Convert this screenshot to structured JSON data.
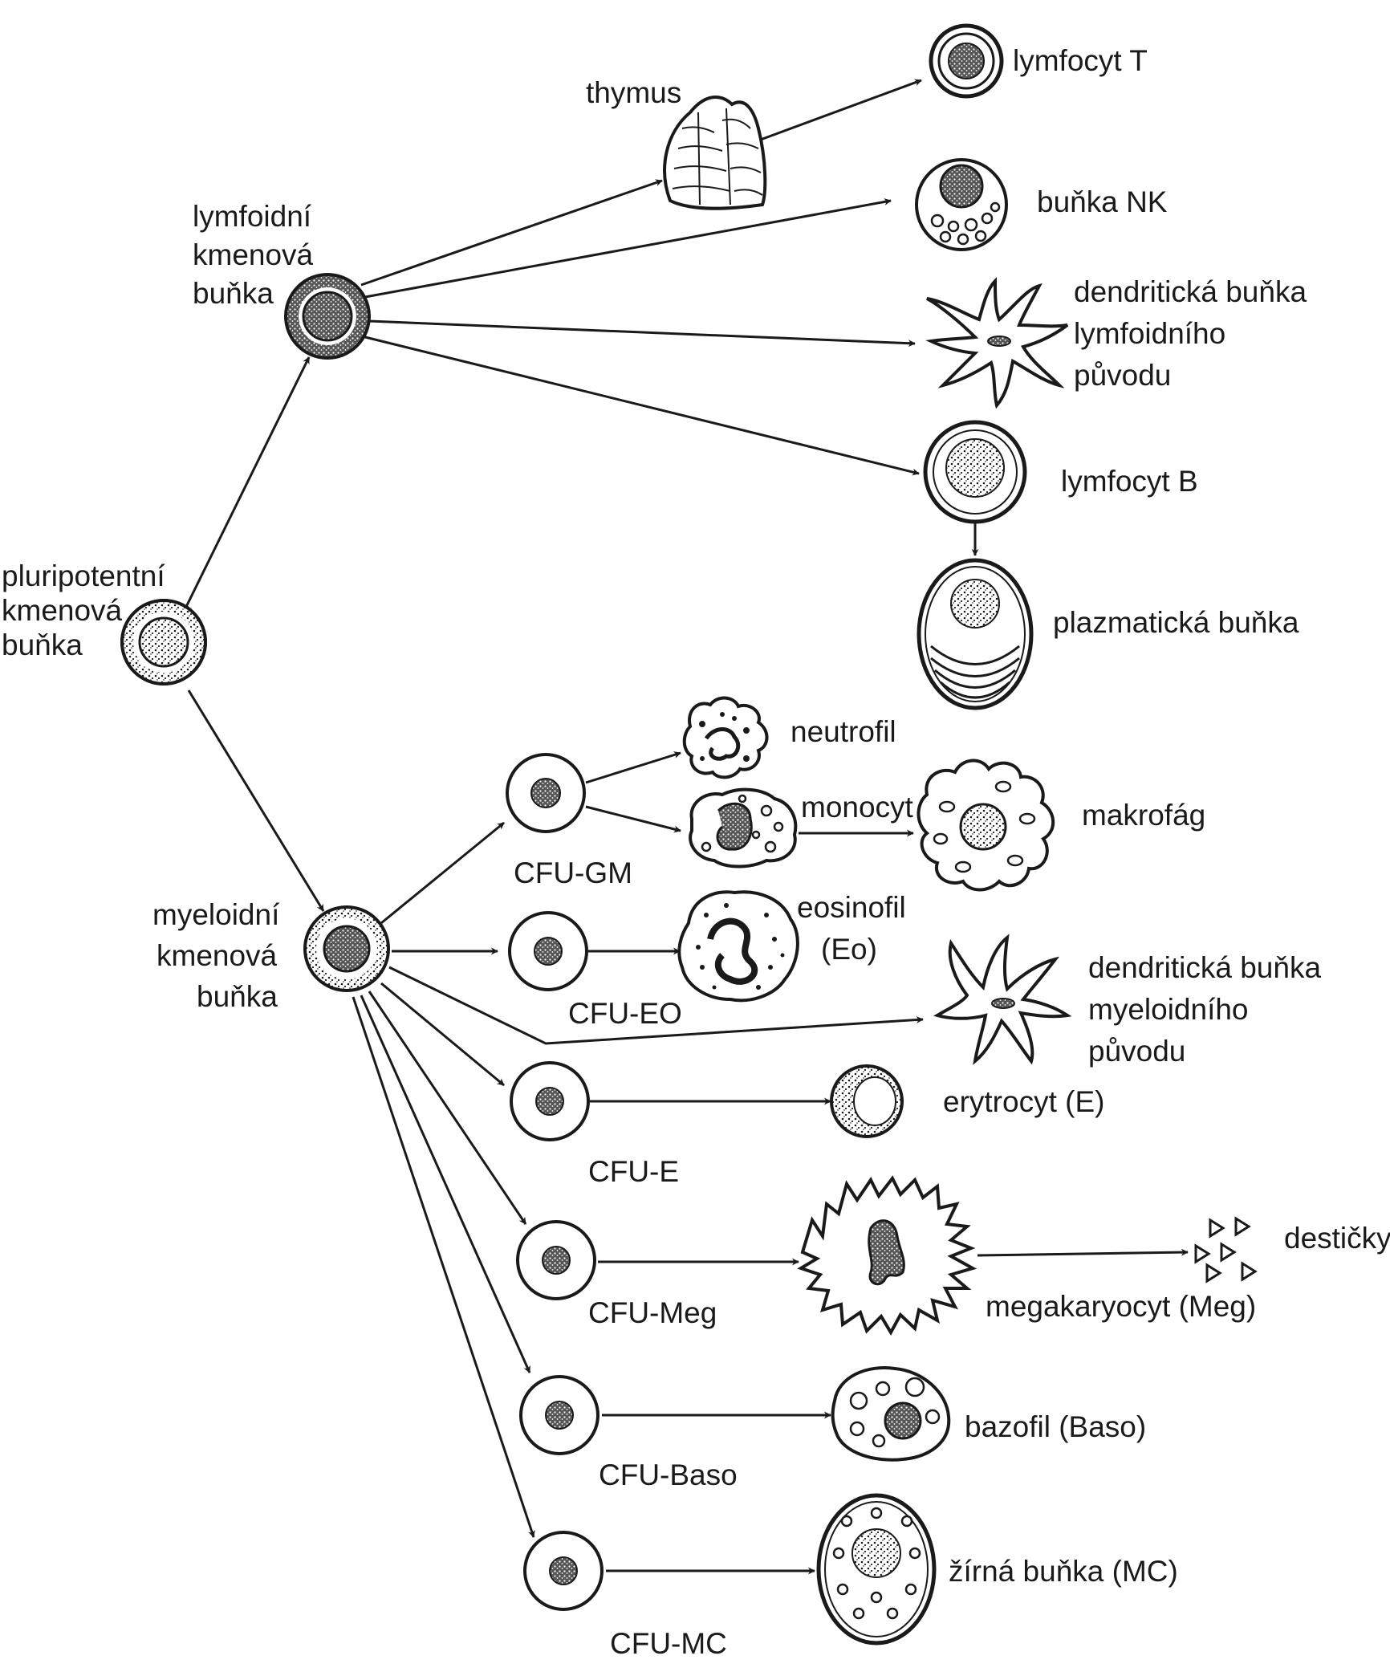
{
  "labels": {
    "pluripotent": [
      "pluripotentní",
      "kmenová",
      "buňka"
    ],
    "lymphoid_stem": [
      "lymfoidní",
      "kmenová",
      "buňka"
    ],
    "myeloid_stem": [
      "myeloidní",
      "kmenová",
      "buňka"
    ],
    "thymus": "thymus",
    "t_cell": "lymfocyt T",
    "nk_cell": "buňka NK",
    "dendritic_lymphoid": [
      "dendritická buňka",
      "lymfoidního",
      "původu"
    ],
    "b_cell": "lymfocyt B",
    "plasma_cell": "plazmatická buňka",
    "neutrophil": "neutrofil",
    "monocyte": "monocyt",
    "macrophage": "makrofág",
    "eosinophil": [
      "eosinofil",
      "(Eo)"
    ],
    "dendritic_myeloid": [
      "dendritická buňka",
      "myeloidního",
      "původu"
    ],
    "erythrocyte": "erytrocyt (E)",
    "platelets": "destičky",
    "megakaryocyte": "megakaryocyt (Meg)",
    "basophil": "bazofil (Baso)",
    "mast_cell": "žírná buňka (MC)",
    "cfu_gm": "CFU-GM",
    "cfu_eo": "CFU-EO",
    "cfu_e": "CFU-E",
    "cfu_meg": "CFU-Meg",
    "cfu_baso": "CFU-Baso",
    "cfu_mc": "CFU-MC"
  },
  "colors": {
    "ink": "#1a1a1a",
    "background": "#ffffff"
  }
}
